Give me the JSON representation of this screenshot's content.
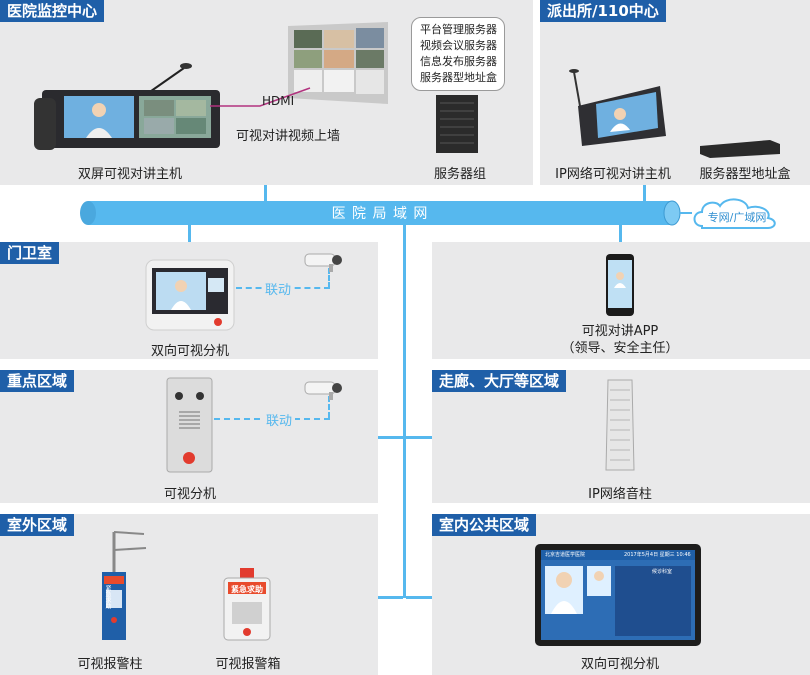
{
  "sections": {
    "monitor_center": "医院监控中心",
    "police": "派出所/110中心",
    "gate": "门卫室",
    "key_area": "重点区域",
    "corridor": "走廊、大厅等区域",
    "outdoor": "室外区域",
    "indoor_public": "室内公共区域"
  },
  "network": {
    "lan": "医 院 局 域 网",
    "wan": "专网/广域网",
    "hdmi": "HDMI"
  },
  "servers": [
    "平台管理服务器",
    "视频会议服务器",
    "信息发布服务器",
    "服务器型地址盒"
  ],
  "labels": {
    "dual_host": "双屏可视对讲主机",
    "video_wall": "可视对讲视频上墙",
    "server_group": "服务器组",
    "ip_host": "IP网络可视对讲主机",
    "addr_box": "服务器型地址盒",
    "dual_ext_gate": "双向可视分机",
    "link1": "联动",
    "app_line1": "可视对讲APP",
    "app_line2": "（领导、安全主任）",
    "vis_ext": "可视分机",
    "link2": "联动",
    "ip_speaker": "IP网络音柱",
    "alarm_post": "可视报警柱",
    "alarm_box": "可视报警箱",
    "dual_ext_indoor": "双向可视分机"
  },
  "screen_text": {
    "alarm_box_sign": "紧急求助",
    "post_sign": "紧急求助",
    "display_title": "北京吉道医学医院",
    "display_dept": "候诊科室",
    "display_date": "2017年5月4日  星期三  10:46"
  },
  "colors": {
    "accent": "#1f5fa8",
    "network": "#56b8ee",
    "panel": "#e9e9ea",
    "hdmi": "#b2337f"
  }
}
